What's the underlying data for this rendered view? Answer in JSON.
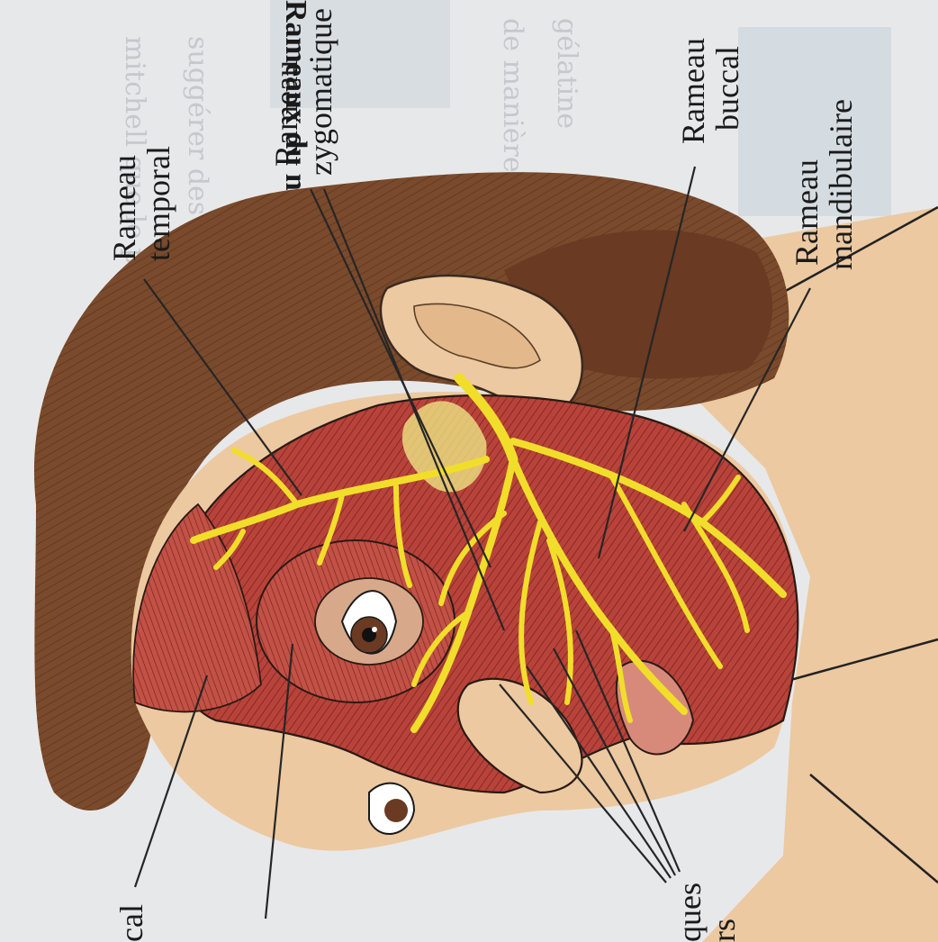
{
  "figure": {
    "caption_fragment": "Rameaux du nerf facia",
    "labels": {
      "temporal": [
        "Rameau",
        "temporal"
      ],
      "zygomatique": [
        "Rameau",
        "zygomatique"
      ],
      "buccal": [
        "Rameau",
        "buccal"
      ],
      "mandibulaire": [
        "Rameau",
        "mandibulaire"
      ],
      "left_cut": "cal",
      "bottom_cut": [
        "ques",
        "rs"
      ]
    }
  },
  "colors": {
    "hair": "#7a4a2c",
    "skin": "#ecc9a0",
    "muscle": "#b8433a",
    "nerve": "#f1de2a",
    "page": "#e7e8ea"
  }
}
